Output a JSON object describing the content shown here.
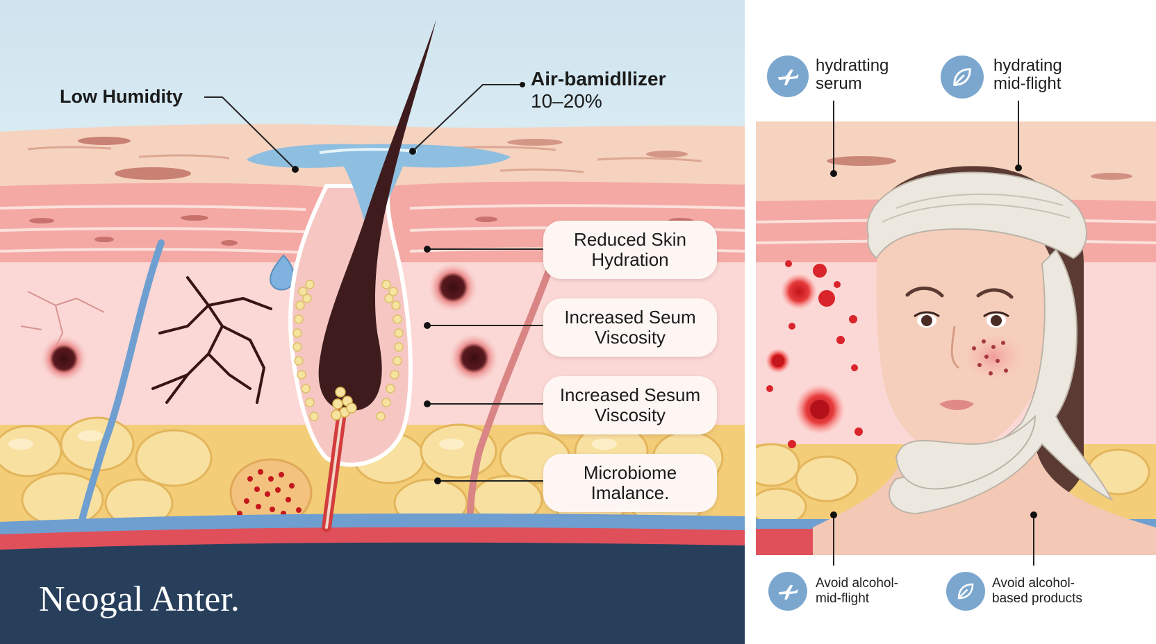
{
  "left_panel": {
    "low_humidity": "Low Humidity",
    "air_label_line1": "Air-bamidllizer",
    "air_label_line2": "10–20%",
    "callouts": [
      {
        "line1": "Reduced Skin",
        "line2": "Hydration"
      },
      {
        "line1": "Increased Seum",
        "line2": "Viscosity"
      },
      {
        "line1": "Increased Sesum",
        "line2": "Viscosity"
      },
      {
        "line1": "Microbiome",
        "line2": "Imalance."
      }
    ],
    "brand": "Neogal Anter."
  },
  "right_panel": {
    "top_items": [
      {
        "icon": "airplane-icon",
        "line1": "hydratting",
        "line2": "serum"
      },
      {
        "icon": "leaf-icon",
        "line1": "hydrating",
        "line2": "mid-flight"
      }
    ],
    "bottom_items": [
      {
        "icon": "airplane-icon",
        "line1": "Avoid alcohol-",
        "line2": "mid-flight"
      },
      {
        "icon": "leaf-icon",
        "line1": "Avoid alcohol-",
        "line2": "based products"
      }
    ]
  },
  "colors": {
    "sky": "#cfe4ef",
    "skin_top": "#f6d3bf",
    "skin_mid": "#f4a9a5",
    "dermis": "#fbd8d5",
    "fat": "#f8db8a",
    "vessel_blue": "#6f9fd0",
    "vessel_red": "#e0505a",
    "base_navy": "#283f5c",
    "icon_blue": "#7ba7cf"
  }
}
